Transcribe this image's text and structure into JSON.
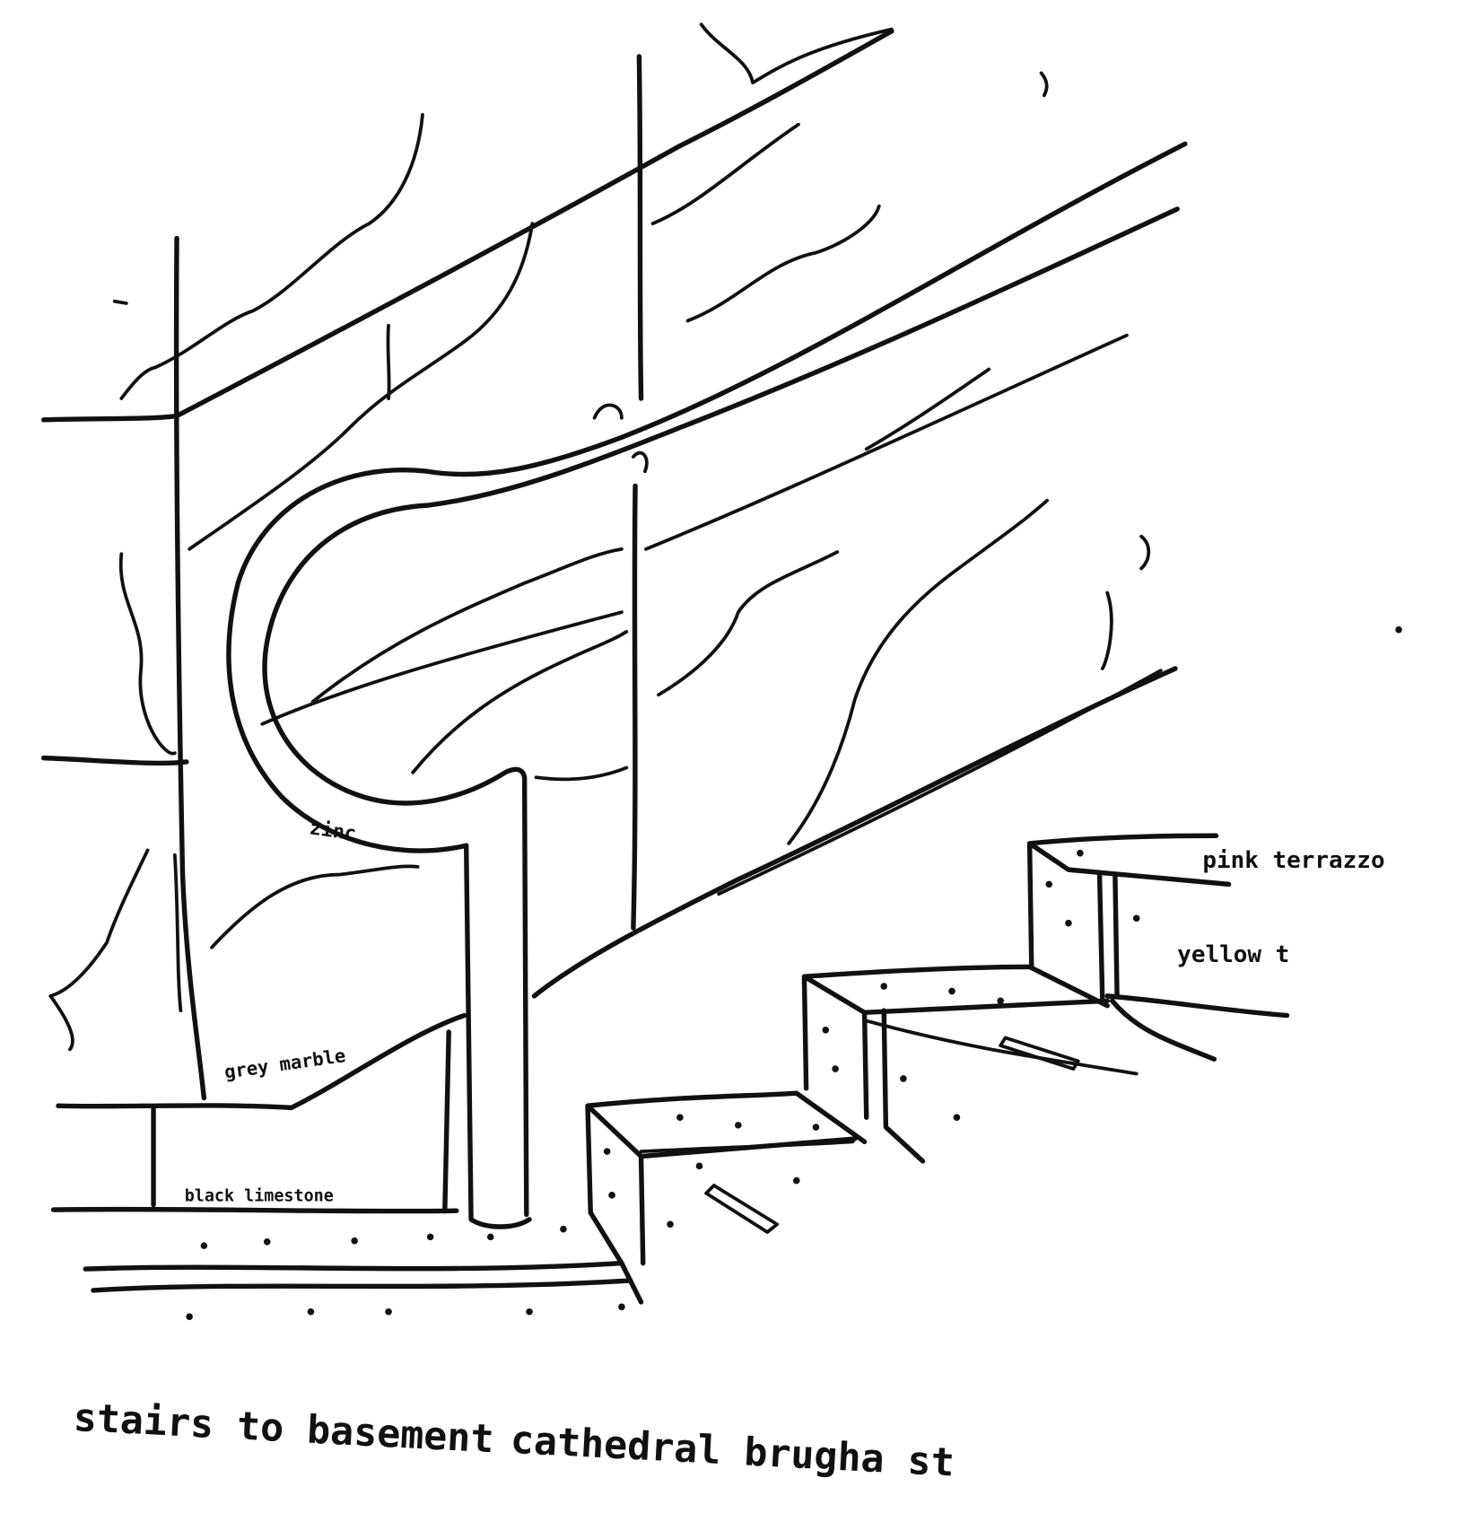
{
  "sketch": {
    "labels": {
      "zinc": "zinc",
      "grey_marble": "grey marble",
      "black_limestone": "black limestone",
      "pink_terrazzo": "pink terrazzo",
      "yellow_t": "yellow t"
    },
    "caption": {
      "left": "stairs to basement",
      "right": "cathedral brugha st"
    },
    "ink_color": "#111111"
  }
}
